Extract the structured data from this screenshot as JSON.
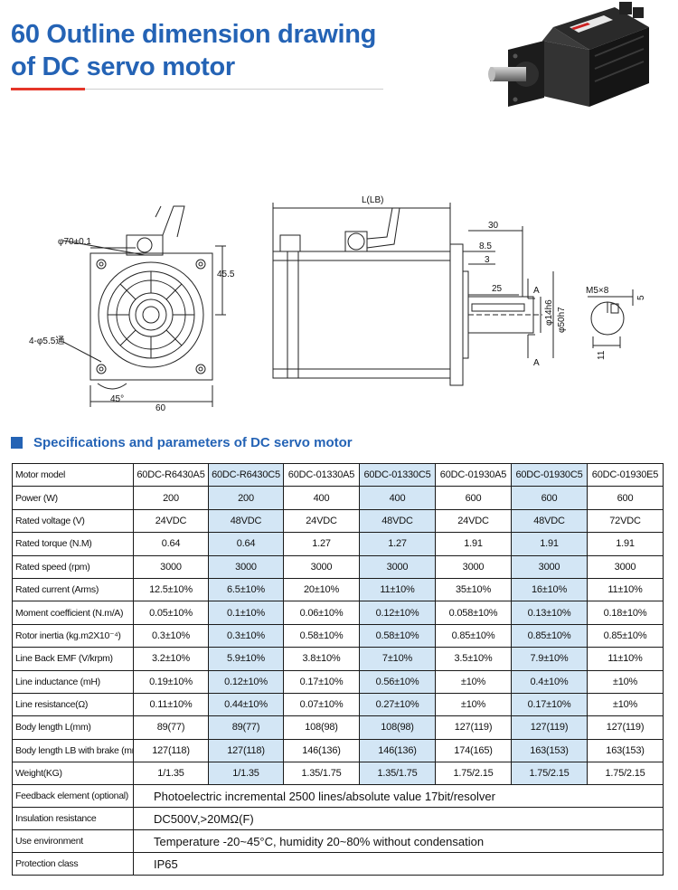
{
  "header": {
    "title_line1": "60 Outline dimension drawing",
    "title_line2": "of DC servo motor"
  },
  "drawing": {
    "front_view": {
      "dia_flange": "φ70±0.1",
      "hole_label": "4-φ5.5通",
      "height_dim": "45.5",
      "angle": "45°",
      "width_dim": "60"
    },
    "side_view": {
      "length": "L(LB)",
      "dim_30": "30",
      "dim_8_5": "8.5",
      "dim_3": "3",
      "dim_25": "25",
      "shaft_dia": "φ14h6",
      "spigot_dia": "φ50h7",
      "section_a_top": "A",
      "section_a_bottom": "A"
    },
    "section_view": {
      "thread": "M5×8",
      "key_depth": "5",
      "shaft_height": "11"
    }
  },
  "specs": {
    "heading": "Specifications and parameters of DC servo motor",
    "highlight_color": "#d3e6f5",
    "columns_highlighted": [
      false,
      true,
      false,
      true,
      false,
      true,
      false
    ],
    "rows": [
      {
        "label": "Motor model",
        "values": [
          "60DC-R6430A5",
          "60DC-R6430C5",
          "60DC-01330A5",
          "60DC-01330C5",
          "60DC-01930A5",
          "60DC-01930C5",
          "60DC-01930E5"
        ]
      },
      {
        "label": "Power (W)",
        "values": [
          "200",
          "200",
          "400",
          "400",
          "600",
          "600",
          "600"
        ]
      },
      {
        "label": "Rated voltage (V)",
        "values": [
          "24VDC",
          "48VDC",
          "24VDC",
          "48VDC",
          "24VDC",
          "48VDC",
          "72VDC"
        ]
      },
      {
        "label": "Rated torque (N.M)",
        "values": [
          "0.64",
          "0.64",
          "1.27",
          "1.27",
          "1.91",
          "1.91",
          "1.91"
        ]
      },
      {
        "label": "Rated speed (rpm)",
        "values": [
          "3000",
          "3000",
          "3000",
          "3000",
          "3000",
          "3000",
          "3000"
        ]
      },
      {
        "label": "Rated current (Arms)",
        "values": [
          "12.5±10%",
          "6.5±10%",
          "20±10%",
          "11±10%",
          "35±10%",
          "16±10%",
          "11±10%"
        ]
      },
      {
        "label": "Moment coefficient (N.m/A)",
        "values": [
          "0.05±10%",
          "0.1±10%",
          "0.06±10%",
          "0.12±10%",
          "0.058±10%",
          "0.13±10%",
          "0.18±10%"
        ]
      },
      {
        "label": "Rotor inertia (kg.m2X10⁻⁴)",
        "values": [
          "0.3±10%",
          "0.3±10%",
          "0.58±10%",
          "0.58±10%",
          "0.85±10%",
          "0.85±10%",
          "0.85±10%"
        ]
      },
      {
        "label": "Line Back EMF (V/krpm)",
        "values": [
          "3.2±10%",
          "5.9±10%",
          "3.8±10%",
          "7±10%",
          "3.5±10%",
          "7.9±10%",
          "11±10%"
        ]
      },
      {
        "label": "Line inductance (mH)",
        "values": [
          "0.19±10%",
          "0.12±10%",
          "0.17±10%",
          "0.56±10%",
          "±10%",
          "0.4±10%",
          "±10%"
        ]
      },
      {
        "label": "Line resistance(Ω)",
        "values": [
          "0.11±10%",
          "0.44±10%",
          "0.07±10%",
          "0.27±10%",
          "±10%",
          "0.17±10%",
          "±10%"
        ]
      },
      {
        "label": "Body length L(mm)",
        "values": [
          "89(77)",
          "89(77)",
          "108(98)",
          "108(98)",
          "127(119)",
          "127(119)",
          "127(119)"
        ]
      },
      {
        "label": "Body length LB with brake (mm)",
        "values": [
          "127(118)",
          "127(118)",
          "146(136)",
          "146(136)",
          "174(165)",
          "163(153)",
          "163(153)"
        ]
      },
      {
        "label": "Weight(KG)",
        "values": [
          "1/1.35",
          "1/1.35",
          "1.35/1.75",
          "1.35/1.75",
          "1.75/2.15",
          "1.75/2.15",
          "1.75/2.15"
        ]
      }
    ],
    "span_rows": [
      {
        "label": "Feedback element (optional)",
        "value": "Photoelectric incremental 2500 lines/absolute value 17bit/resolver"
      },
      {
        "label": "Insulation resistance",
        "value": "DC500V,>20MΩ(F)"
      },
      {
        "label": "Use environment",
        "value": "Temperature -20~45°C, humidity 20~80% without condensation"
      },
      {
        "label": "Protection class",
        "value": "IP65"
      }
    ]
  }
}
